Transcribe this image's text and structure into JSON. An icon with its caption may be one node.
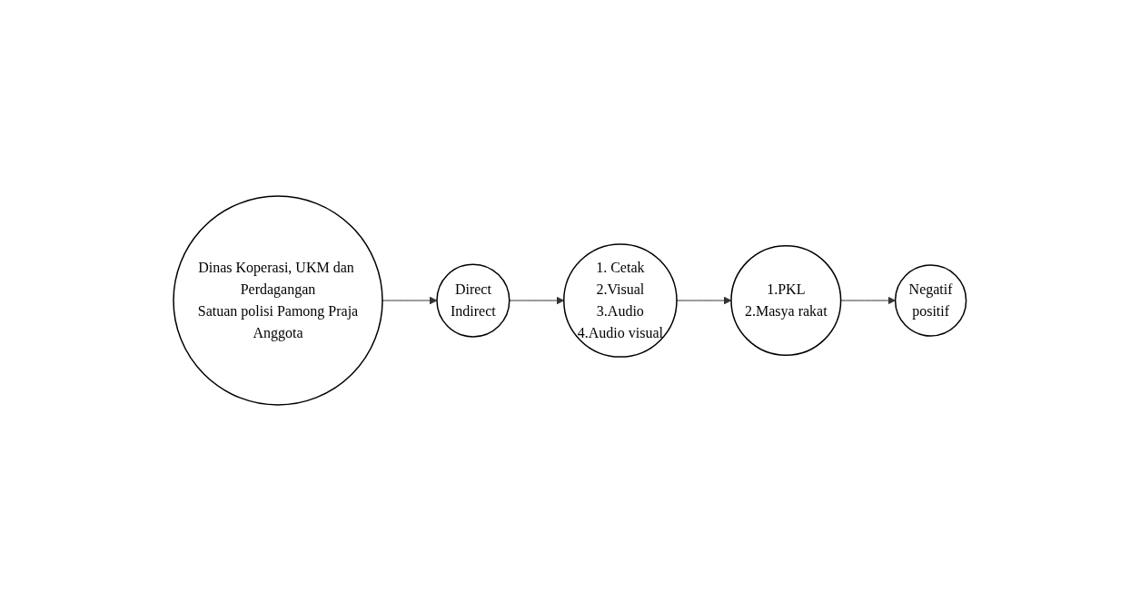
{
  "diagram": {
    "nodes": [
      {
        "text": [
          "Dinas Koperasi, UKM dan Perdagangan",
          "Satuan polisi Pamong Praja",
          "Anggota"
        ]
      },
      {
        "text": [
          "Direct",
          "Indirect"
        ]
      },
      {
        "text": [
          "1. Cetak",
          "2.Visual",
          "3.Audio",
          "4.Audio visual"
        ]
      },
      {
        "text": [
          "1.PKL",
          "2.Masya rakat"
        ]
      },
      {
        "text": [
          "Negatif",
          "positif"
        ]
      }
    ],
    "edges": [
      {
        "from": 0,
        "to": 1,
        "arrow": "to"
      },
      {
        "from": 1,
        "to": 2,
        "arrow": "to"
      },
      {
        "from": 2,
        "to": 3,
        "arrow": "to"
      },
      {
        "from": 3,
        "to": 4,
        "arrow": "to"
      }
    ]
  }
}
